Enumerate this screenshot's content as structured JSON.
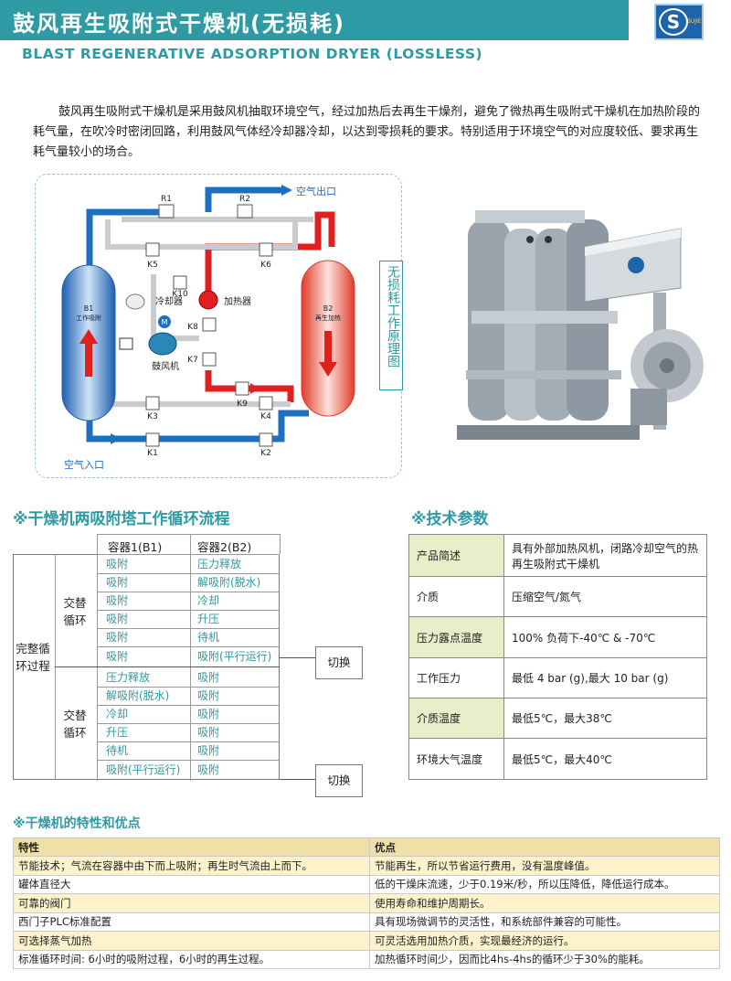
{
  "header": {
    "title": "鼓风再生吸附式干燥机(无损耗)",
    "subtitle": "BLAST REGENERATIVE ADSORPTION DRYER (LOSSLESS)",
    "logo_text": "SUJIE"
  },
  "intro": "鼓风再生吸附式干燥机是采用鼓风机抽取环境空气，经过加热后去再生干燥剂，避免了微热再生吸附式干燥机在加热阶段的耗气量，在吹冷时密闭回路，利用鼓风气体经冷却器冷却，以达到零损耗的要求。特别适用于环境空气的对应度较低、要求再生耗气量较小的场合。",
  "diagram": {
    "side_label": "无损耗工作原理图",
    "air_out": "空气出口",
    "air_in": "空气入口",
    "b1_name": "B1",
    "b1_sub": "工作吸附",
    "b2_name": "B2",
    "b2_sub": "再生加热",
    "cooler": "冷却器",
    "heater": "加热器",
    "blower": "鼓风机",
    "valves": [
      "R1",
      "R2",
      "K5",
      "K6",
      "K10",
      "K8",
      "K7",
      "K9",
      "K3",
      "K4",
      "K1",
      "K2"
    ],
    "motor": "M"
  },
  "cycle": {
    "title": "※干燥机两吸附塔工作循环流程",
    "col1": "容器1(B1)",
    "col2": "容器2(B2)",
    "full_cycle": "完整循环过程",
    "alt_cycle": "交替循环",
    "switch": "切换",
    "rows_a": [
      [
        "吸附",
        "压力释放"
      ],
      [
        "吸附",
        "解吸附(脱水)"
      ],
      [
        "吸附",
        "冷却"
      ],
      [
        "吸附",
        "升压"
      ],
      [
        "吸附",
        "待机"
      ],
      [
        "吸附",
        "吸附(平行运行)"
      ]
    ],
    "rows_b": [
      [
        "压力释放",
        "吸附"
      ],
      [
        "解吸附(脱水)",
        "吸附"
      ],
      [
        "冷却",
        "吸附"
      ],
      [
        "升压",
        "吸附"
      ],
      [
        "待机",
        "吸附"
      ],
      [
        "吸附(平行运行)",
        "吸附"
      ]
    ]
  },
  "tech": {
    "title": "※技术参数",
    "rows": [
      [
        "产品简述",
        "具有外部加热风机，闭路冷却空气的热再生吸附式干燥机"
      ],
      [
        "介质",
        "压缩空气/氮气"
      ],
      [
        "压力露点温度",
        "100% 负荷下-40℃ & -70℃"
      ],
      [
        "工作压力",
        "最低 4 bar (g),最大 10 bar (g)"
      ],
      [
        "介质温度",
        "最低5℃，最大38℃"
      ],
      [
        "环境大气温度",
        "最低5℃，最大40℃"
      ]
    ]
  },
  "features": {
    "title": "※干燥机的特性和优点",
    "head": [
      "特性",
      "优点"
    ],
    "rows": [
      [
        "节能技术；气流在容器中由下而上吸附；再生时气流由上而下。",
        "节能再生，所以节省运行费用，没有温度峰值。"
      ],
      [
        "罐体直径大",
        "低的干燥床流速，少于0.19米/秒，所以压降低，降低运行成本。"
      ],
      [
        "可靠的阀门",
        "使用寿命和维护周期长。"
      ],
      [
        "西门子PLC标准配置",
        "具有现场微调节的灵活性，和系统部件兼容的可能性。"
      ],
      [
        "可选择蒸气加热",
        "可灵活选用加热介质，实现最经济的运行。"
      ],
      [
        "标准循环时间: 6小时的吸附过程，6小时的再生过程。",
        "加热循环时间少，因而比4hs-4hs的循环少于30%的能耗。"
      ]
    ]
  },
  "colors": {
    "accent": "#2e9aa3",
    "blue_pipe": "#1e6fc0",
    "red_pipe": "#e02020",
    "table_key": "#e6efc9",
    "feat_head": "#f0e0a8",
    "feat_odd": "#fdf2cc"
  }
}
